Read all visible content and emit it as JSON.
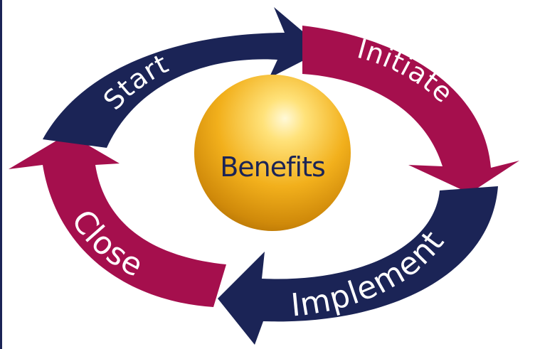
{
  "center": {
    "label": "Benefits"
  },
  "stages": [
    {
      "id": "start",
      "label": "Start",
      "color": "#1b2456"
    },
    {
      "id": "initiate",
      "label": "Initiate",
      "color": "#a50f4d"
    },
    {
      "id": "implement",
      "label": "Implement",
      "color": "#1b2456"
    },
    {
      "id": "close",
      "label": "Close",
      "color": "#a50f4d"
    }
  ],
  "colors": {
    "navy": "#1b2456",
    "crimson": "#a50f4d",
    "gold": "#f2b01c",
    "center_text": "#1b2456"
  }
}
